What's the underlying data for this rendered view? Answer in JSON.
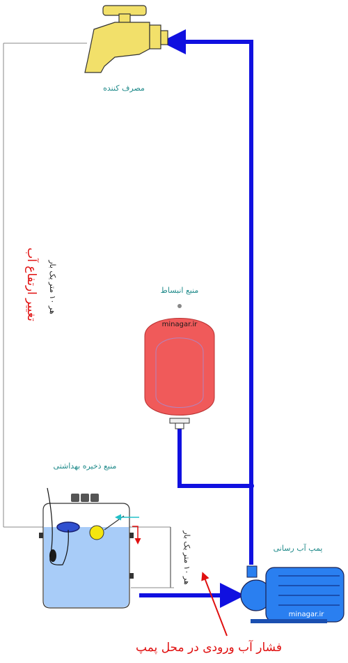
{
  "labels": {
    "consumer": "مصرف کننده",
    "expansion_tank": "منبع انبساط",
    "storage_tank": "منبع ذخیره بهداشتی",
    "pump": "پمپ آب رسانی",
    "height_change": "تغییر ارتفاع آب",
    "height_note_top": "هر ۱۰ متر یک بار",
    "height_note_bottom": "هر ۱۰ متر یک بار",
    "inlet_pressure": "فشار آب ورودی در محل پمپ",
    "brand_tank": "minagar.ir",
    "brand_pump": "minagar.ir"
  },
  "colors": {
    "pipe": "#1010e0",
    "tank_red": "#f05a5a",
    "water": "#a8ccf8",
    "pump": "#2a7ff0",
    "faucet": "#f2e06a",
    "label_teal": "#1f8a8a",
    "label_red": "#e01010",
    "float_ball": "#f5e610"
  },
  "icons": [
    "faucet-icon",
    "expansion-tank-icon",
    "storage-tank-icon",
    "float-ball-icon",
    "pump-icon",
    "arrow-icon"
  ]
}
